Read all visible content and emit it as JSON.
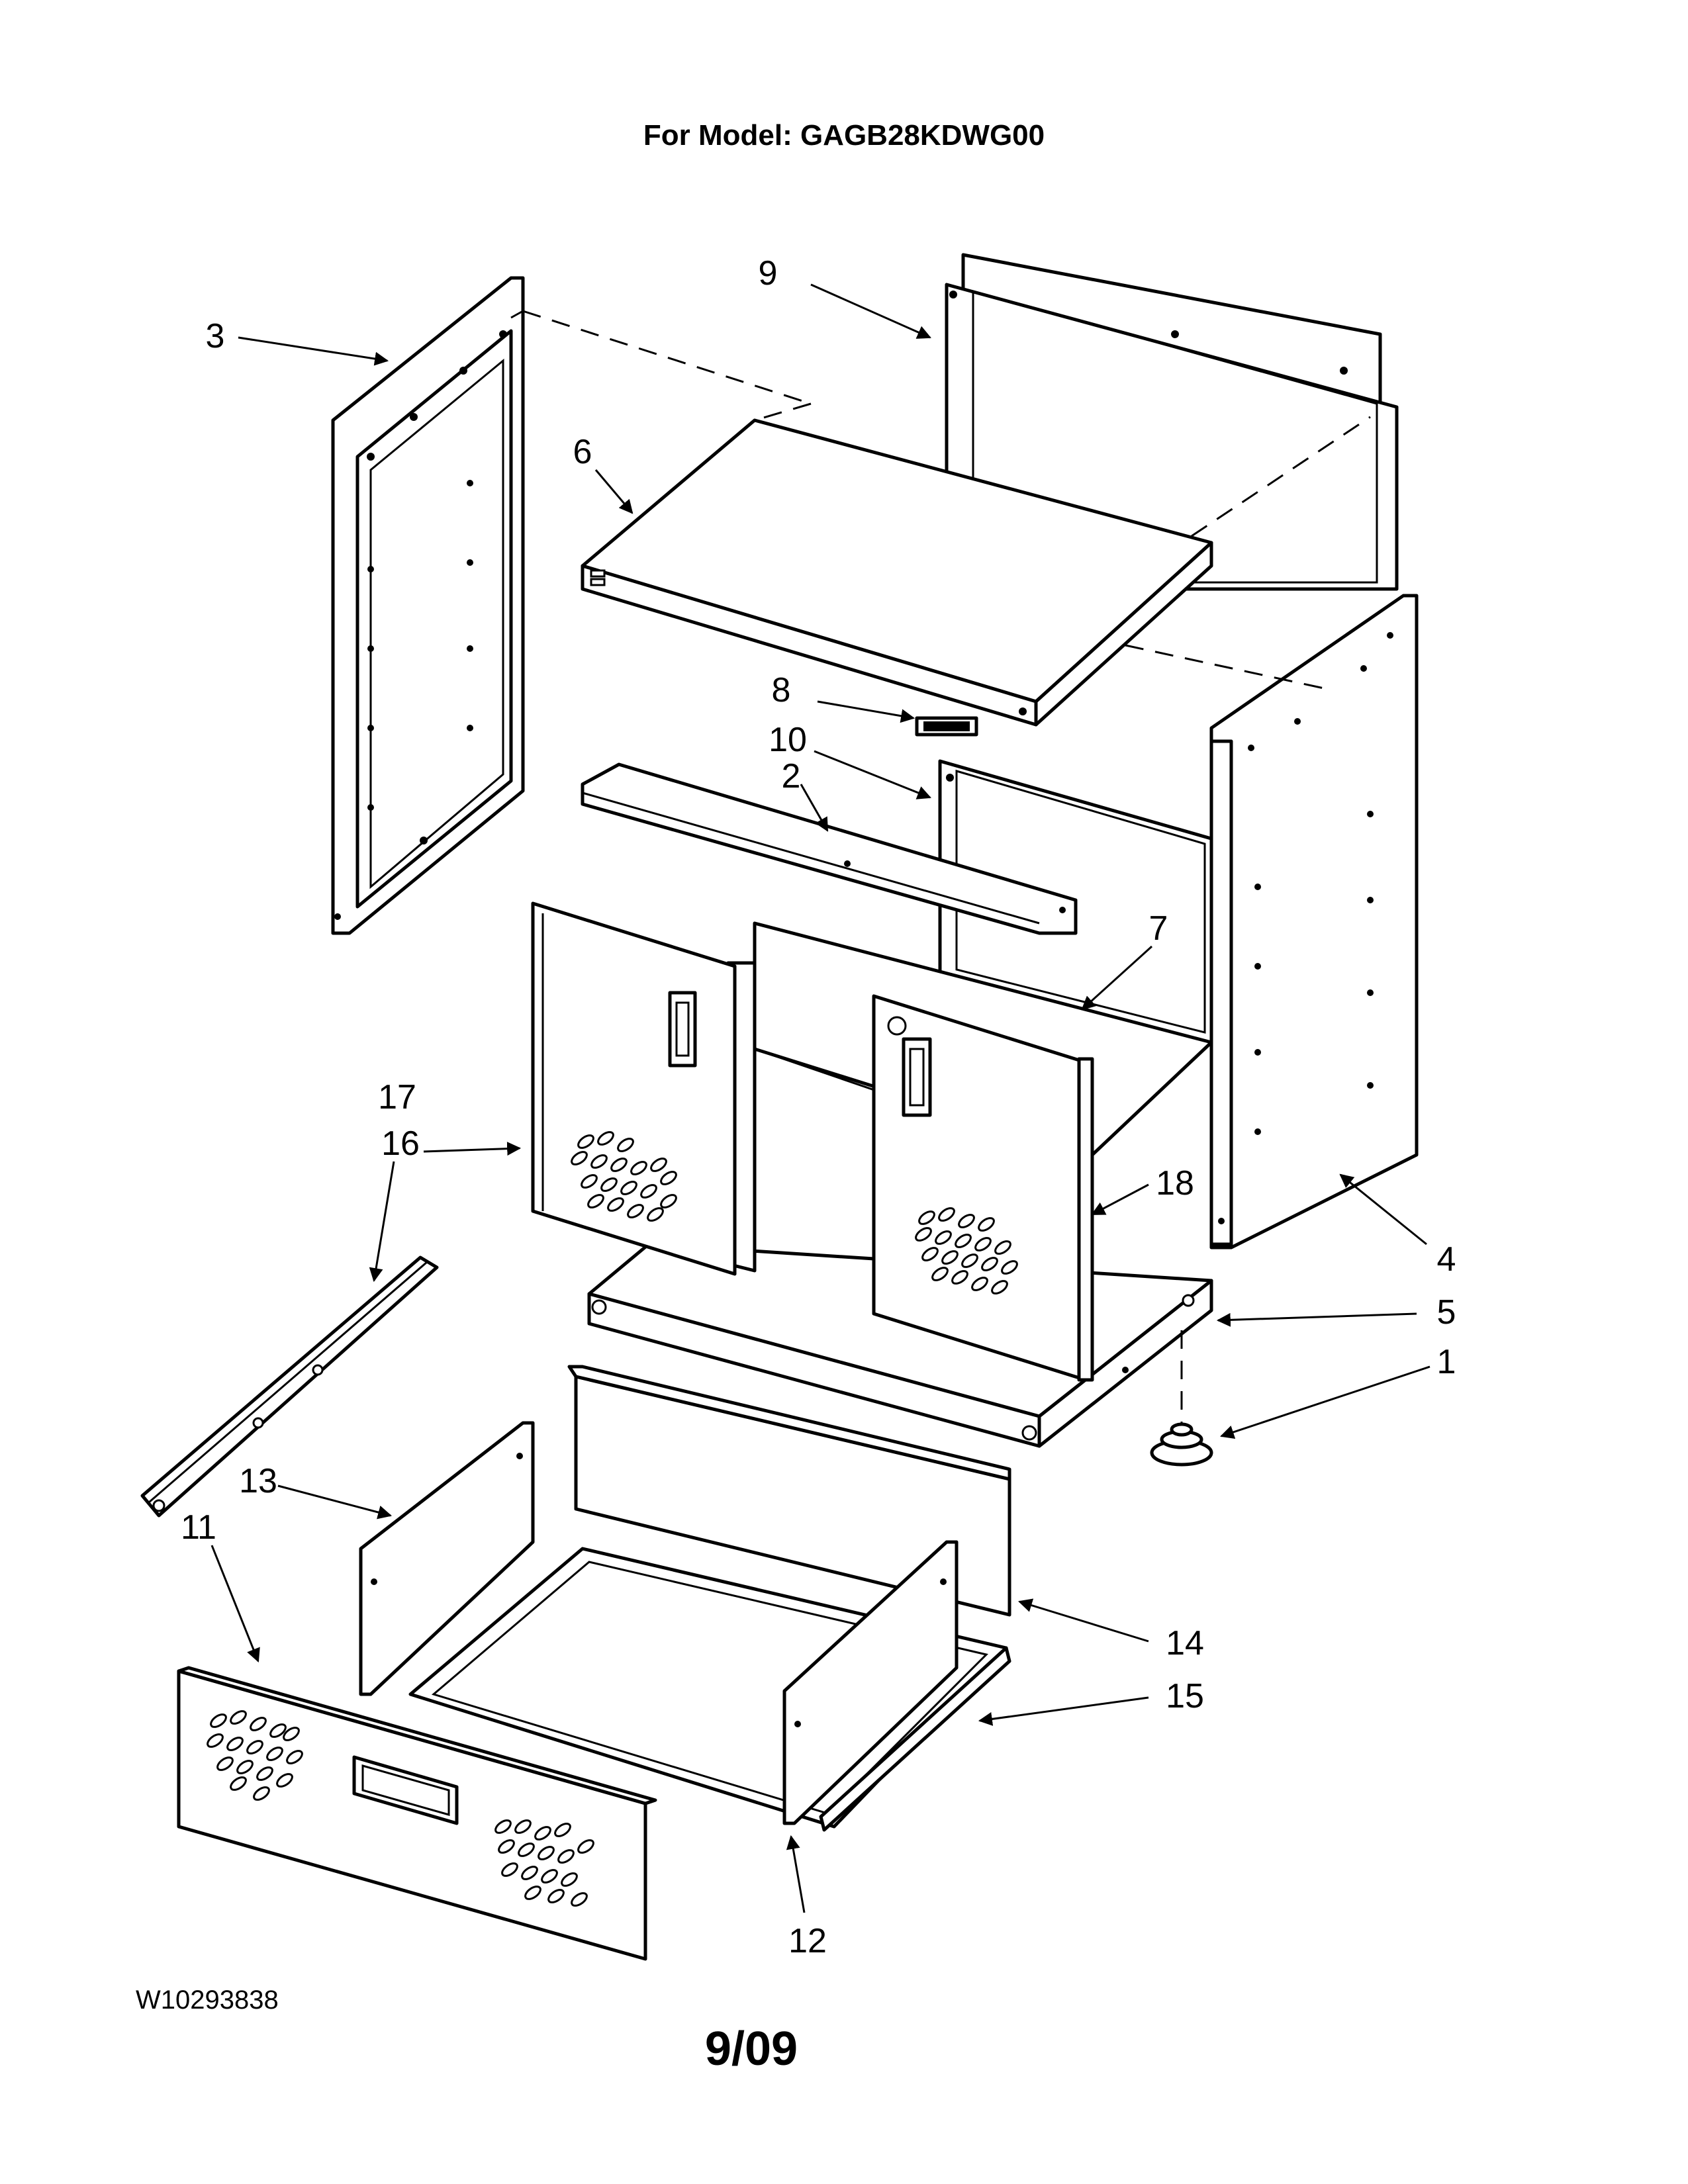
{
  "header": {
    "model_line": "For Model: GAGB28KDWG00"
  },
  "footer": {
    "document_number": "W10293838",
    "date": "9/09"
  },
  "callouts": [
    {
      "id": "c1",
      "text": "1"
    },
    {
      "id": "c2",
      "text": "2"
    },
    {
      "id": "c3",
      "text": "3"
    },
    {
      "id": "c4",
      "text": "4"
    },
    {
      "id": "c5",
      "text": "5"
    },
    {
      "id": "c6",
      "text": "6"
    },
    {
      "id": "c7",
      "text": "7"
    },
    {
      "id": "c8",
      "text": "8"
    },
    {
      "id": "c9",
      "text": "9"
    },
    {
      "id": "c10",
      "text": "10"
    },
    {
      "id": "c11",
      "text": "11"
    },
    {
      "id": "c12",
      "text": "12"
    },
    {
      "id": "c13",
      "text": "13"
    },
    {
      "id": "c14",
      "text": "14"
    },
    {
      "id": "c15",
      "text": "15"
    },
    {
      "id": "c16",
      "text": "16"
    },
    {
      "id": "c17",
      "text": "17"
    },
    {
      "id": "c18",
      "text": "18"
    }
  ]
}
